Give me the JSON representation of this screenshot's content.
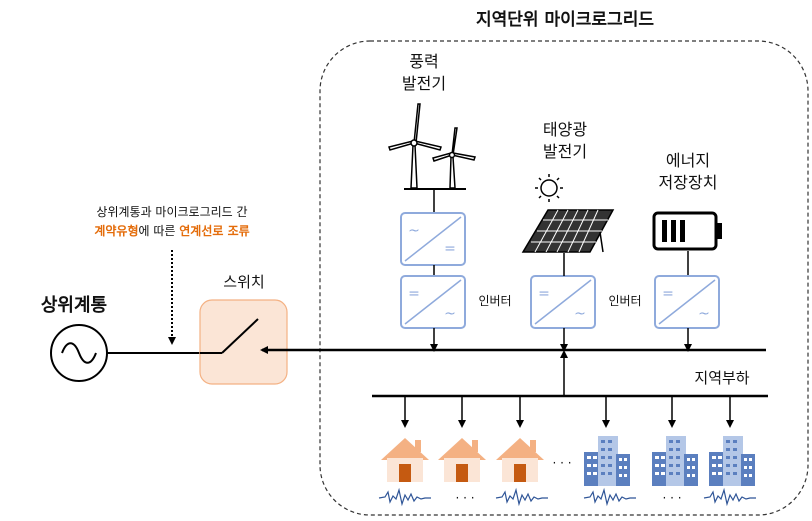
{
  "title": "지역단위 마이크로그리드",
  "grid": {
    "label": "상위계통"
  },
  "switch": {
    "label": "스위치"
  },
  "contract_note": {
    "line1": "상위계통과 마이크로그리드 간",
    "line2_orange1": "계약유형",
    "line2_mid": "에 따른 ",
    "line2_orange2": "연계선로 조류"
  },
  "sources": {
    "wind": {
      "line1": "풍력",
      "line2": "발전기"
    },
    "solar": {
      "line1": "태양광",
      "line2": "발전기"
    },
    "storage": {
      "line1": "에너지",
      "line2": "저장장치"
    }
  },
  "inverter_label": "인버터",
  "load_label": "지역부하",
  "dots": "· · ·",
  "colors": {
    "accent_orange": "#e46c0a",
    "converter_border": "#8faadc",
    "switch_fill": "#fbe5d6"
  }
}
